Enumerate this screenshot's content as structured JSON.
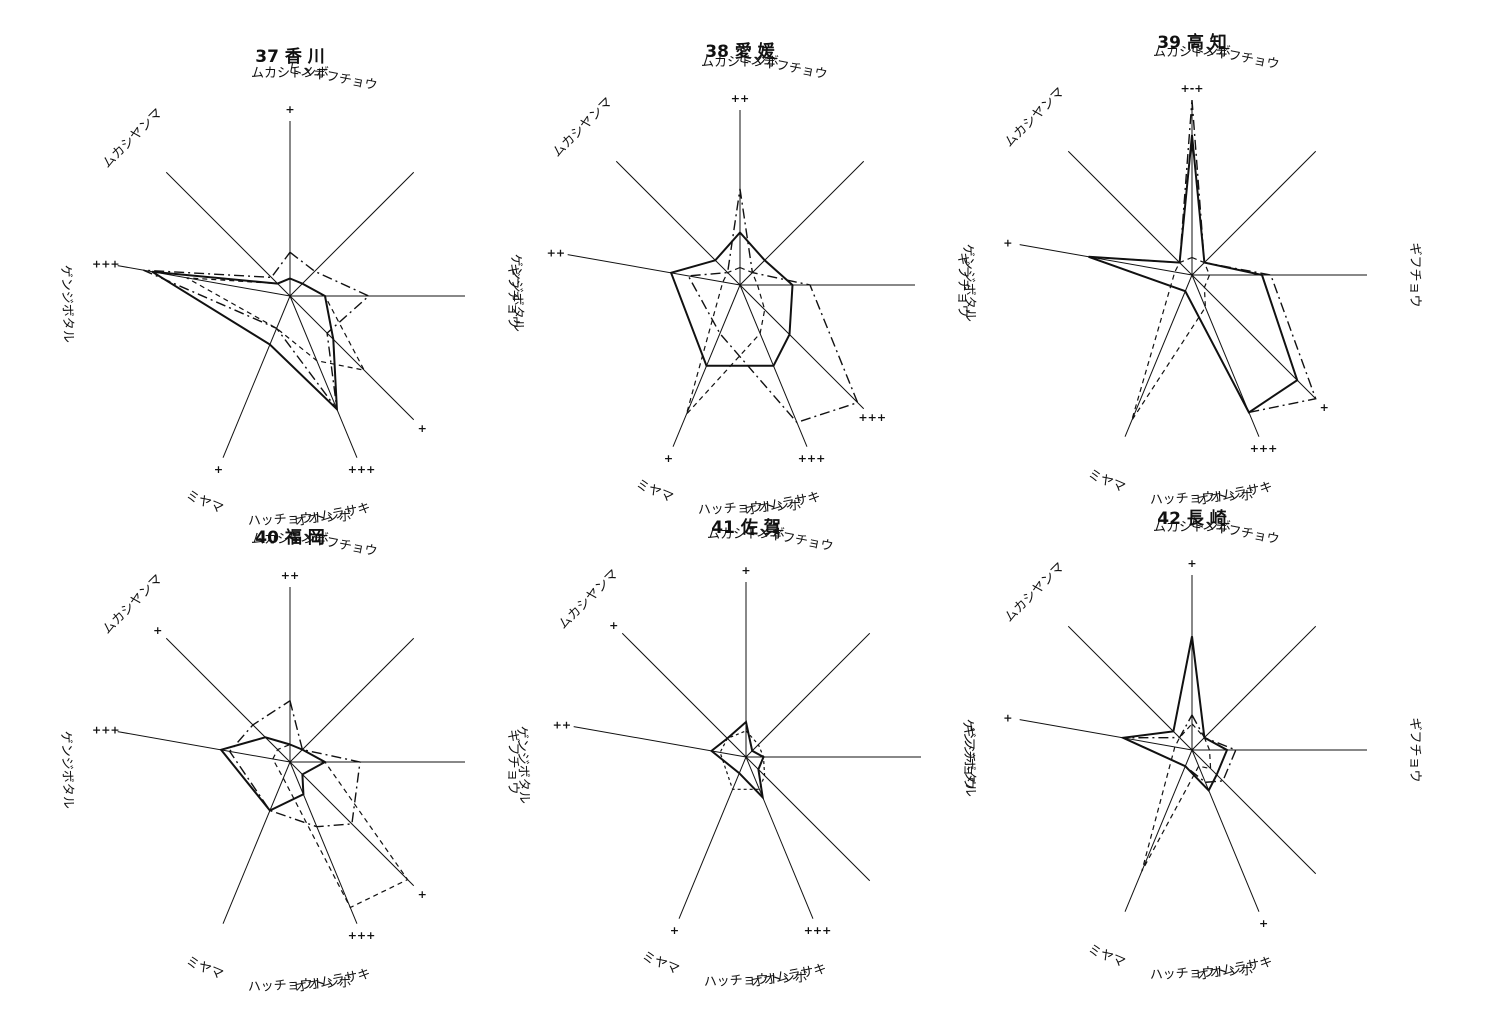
{
  "chart_data": [
    {
      "type": "radar",
      "title": "37 香 川",
      "axes": [
        "ムカシトンボ",
        "ヒメギフチョウ",
        "ギフチョウ",
        "オオムラサキ",
        "ハッチョウトンボ",
        "ミヤマ",
        "ゲンジボタル",
        "ムカシヤンマ"
      ],
      "displayed_labels": [
        "ムカシトンボ",
        "ヒメギフチョウ",
        "ギフチョウ",
        "オオムラサキ",
        "ハッチョウトンボ",
        "ミヤマ",
        "ゲンジボタル",
        "ムカシヤンマ"
      ],
      "ticks": [
        "+",
        "",
        "",
        "+",
        "+++",
        "+",
        "+++",
        ""
      ],
      "series": [
        {
          "style": "solid-heavy",
          "values": [
            0.1,
            0.1,
            0.2,
            0.35,
            0.7,
            0.3,
            0.8,
            0.1
          ]
        },
        {
          "style": "dash-dot",
          "values": [
            0.25,
            0.2,
            0.45,
            0.3,
            0.7,
            0.2,
            0.85,
            0.15
          ]
        },
        {
          "style": "dashed",
          "values": [
            0.1,
            0.1,
            0.2,
            0.6,
            0.4,
            0.2,
            0.6,
            0.1
          ]
        }
      ]
    },
    {
      "type": "radar",
      "title": "38 愛 媛",
      "axes": [
        "ムカシトンボ",
        "ヒメギフチョウ",
        "ギフチョウ",
        "オオムラサキ",
        "ハッチョウトンボ",
        "ミヤマ",
        "ゲンジボタル",
        "ムカシヤンマ"
      ],
      "displayed_labels": [
        "ムカシトンボ",
        "ヒメギフチョウ",
        "ギフチョウ",
        "オオムラサキ",
        "ハッチョウトンボ",
        "ミヤマ",
        "ゲンジボタル",
        "ムカシヤンマ"
      ],
      "ticks": [
        "++",
        "",
        "",
        "+++",
        "+++",
        "+",
        "++",
        ""
      ],
      "series": [
        {
          "style": "solid-heavy",
          "values": [
            0.3,
            0.2,
            0.3,
            0.4,
            0.5,
            0.5,
            0.4,
            0.2
          ]
        },
        {
          "style": "dash-dot",
          "values": [
            0.55,
            0.1,
            0.4,
            0.95,
            0.85,
            0.3,
            0.3,
            0.1
          ]
        },
        {
          "style": "dashed",
          "values": [
            0.1,
            0.1,
            0.1,
            0.2,
            0.3,
            0.8,
            0.1,
            0.1
          ]
        }
      ]
    },
    {
      "type": "radar",
      "title": "39 高 知",
      "axes": [
        "ムカシトンボ",
        "ヒメギフチョウ",
        "ギフチョウ",
        "オオムラサキ",
        "ハッチョウトンボ",
        "ミヤマ",
        "ゲンジボタル",
        "ムカシヤンマ"
      ],
      "displayed_labels": [
        "ムカシトンボ",
        "ヒメギフチョウ",
        "ギフチョウ",
        "オオムラサキ",
        "ハッチョウトンボ",
        "ミヤマ",
        "ゲンジボタル",
        "ムカシヤンマ"
      ],
      "ticks": [
        "+-+",
        "",
        "",
        "+",
        "+++",
        "",
        "+",
        ""
      ],
      "series": [
        {
          "style": "solid-heavy",
          "values": [
            0.8,
            0.1,
            0.4,
            0.85,
            0.85,
            0.1,
            0.6,
            0.1
          ]
        },
        {
          "style": "dash-dot",
          "values": [
            1.0,
            0.1,
            0.45,
            1.0,
            0.85,
            0.1,
            0.6,
            0.1
          ]
        },
        {
          "style": "dashed",
          "values": [
            0.1,
            0.1,
            0.1,
            0.1,
            0.2,
            0.9,
            0.1,
            0.1
          ]
        }
      ]
    },
    {
      "type": "radar",
      "title": "40 福 岡",
      "axes": [
        "ムカシトンボ",
        "ヒメギフチョウ",
        "ギフチョウ",
        "オオムラサキ",
        "ハッチョウトンボ",
        "ミヤマ",
        "ゲンジボタル",
        "ムカシヤンマ"
      ],
      "displayed_labels": [
        "ムカシトンボ",
        "ヒメギフチョウ",
        "ギフチョウ",
        "オオムラサキ",
        "ハッチョウトンボ",
        "ミヤマ",
        "ゲンジボタル",
        "ムカシヤンマ"
      ],
      "ticks": [
        "++",
        "",
        "",
        "+",
        "+++",
        "",
        "+++",
        "+"
      ],
      "series": [
        {
          "style": "solid-heavy",
          "values": [
            0.1,
            0.1,
            0.2,
            0.1,
            0.2,
            0.3,
            0.4,
            0.2
          ]
        },
        {
          "style": "dash-dot",
          "values": [
            0.35,
            0.1,
            0.4,
            0.5,
            0.4,
            0.3,
            0.35,
            0.3
          ]
        },
        {
          "style": "dashed",
          "values": [
            0.1,
            0.1,
            0.2,
            0.95,
            0.9,
            0.1,
            0.1,
            0.1
          ]
        }
      ]
    },
    {
      "type": "radar",
      "title": "41 佐 賀",
      "axes": [
        "ムカシトンボ",
        "ヒメギフチョウ",
        "ギフチョウ",
        "オオムラサキ",
        "ハッチョウトンボ",
        "ミヤマ",
        "ゲンジボタル",
        "ムカシヤンマ"
      ],
      "displayed_labels": [
        "ムカシトンボ",
        "ヒメギフチョウ",
        "ギフチョウ",
        "オオムラサキ",
        "ハッチョウトンボ",
        "ミヤマ",
        "ゲンジボタル",
        "ムカシヤンマ"
      ],
      "ticks": [
        "+",
        "",
        "",
        "",
        "+++",
        "+",
        "++",
        "+"
      ],
      "series": [
        {
          "style": "solid-heavy",
          "values": [
            0.2,
            0.05,
            0.1,
            0.1,
            0.25,
            0.1,
            0.2,
            0.15
          ]
        },
        {
          "style": "dashed-fine",
          "values": [
            0.15,
            0.1,
            0.1,
            0.15,
            0.2,
            0.2,
            0.15,
            0.15
          ]
        }
      ]
    },
    {
      "type": "radar",
      "title": "42 長 崎",
      "axes": [
        "ムカシトンボ",
        "ヒメギフチョウ",
        "ギフチョウ",
        "オオムラサキ",
        "ハッチョウトンボ",
        "ミヤマ",
        "ゲンジボタル",
        "ムカシヤンマ"
      ],
      "displayed_labels": [
        "ムカシトンボ",
        "ヒメギフチョウ",
        "ギフチョウ",
        "オオムラサキ",
        "ハッチョウトンボ",
        "ミヤマ",
        "ゲンジボタル",
        "ムカシヤンマ"
      ],
      "ticks": [
        "+",
        "",
        "",
        "",
        "+",
        "",
        "+",
        ""
      ],
      "series": [
        {
          "style": "solid-heavy",
          "values": [
            0.65,
            0.1,
            0.2,
            0.2,
            0.25,
            0.1,
            0.4,
            0.15
          ]
        },
        {
          "style": "dash-dot",
          "values": [
            0.2,
            0.1,
            0.25,
            0.25,
            0.2,
            0.1,
            0.4,
            0.1
          ]
        },
        {
          "style": "dashed",
          "values": [
            0.15,
            0.1,
            0.1,
            0.15,
            0.1,
            0.75,
            0.1,
            0.1
          ]
        }
      ]
    }
  ]
}
